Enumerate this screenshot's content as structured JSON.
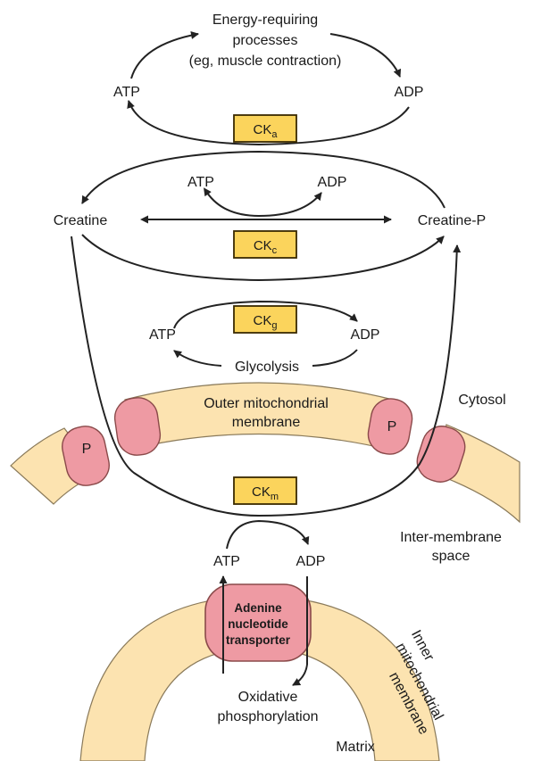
{
  "energy_processes": {
    "line1": "Energy-requiring",
    "line2": "processes",
    "line3": "(eg, muscle contraction)"
  },
  "top": {
    "atp": "ATP",
    "adp": "ADP"
  },
  "enzymes": {
    "cka": {
      "base": "CK",
      "sub": "a"
    },
    "ckc": {
      "base": "CK",
      "sub": "c"
    },
    "ckg": {
      "base": "CK",
      "sub": "g"
    },
    "ckm": {
      "base": "CK",
      "sub": "m"
    }
  },
  "middle": {
    "creatine": "Creatine",
    "creatine_p": "Creatine-P",
    "atp": "ATP",
    "adp": "ADP"
  },
  "glycolysis": {
    "atp": "ATP",
    "adp": "ADP",
    "label": "Glycolysis"
  },
  "compartments": {
    "cytosol": "Cytosol",
    "intermembrane_line1": "Inter-membrane",
    "intermembrane_line2": "space",
    "matrix": "Matrix"
  },
  "outer_membrane": {
    "line1": "Outer mitochondrial",
    "line2": "membrane",
    "porin": "P"
  },
  "inner_membrane": {
    "line1": "Inner",
    "line2": "mitochondrial",
    "line3": "membrane"
  },
  "transporter": {
    "line1": "Adenine",
    "line2": "nucleotide",
    "line3": "transporter"
  },
  "mito": {
    "atp": "ATP",
    "adp": "ADP",
    "oxphos_line1": "Oxidative",
    "oxphos_line2": "phosphorylation"
  },
  "colors": {
    "membrane_fill": "#fce3b0",
    "membrane_stroke": "#8a7a5a",
    "enzyme_fill": "#fbd45c",
    "enzyme_stroke": "#3a2a00",
    "protein_fill": "#ee9aa3",
    "protein_stroke": "#8a4a4a",
    "arrow": "#222222"
  }
}
